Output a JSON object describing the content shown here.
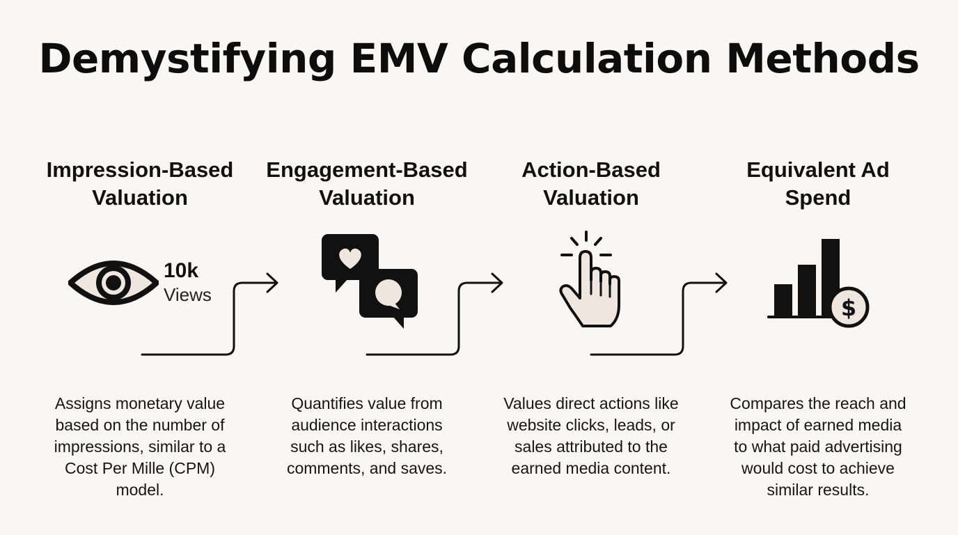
{
  "title": "Demystifying EMV Calculation Methods",
  "colors": {
    "ink": "#111111",
    "icon_fill": "#efe7df",
    "background": "#f8f7f5"
  },
  "methods": [
    {
      "heading": [
        "Impression-Based",
        "Valuation"
      ],
      "icon": "eye-icon",
      "badge": {
        "count": "10k",
        "label": "Views"
      },
      "description": [
        "Assigns monetary value",
        "based on the number of",
        "impressions, similar to a",
        "Cost Per Mille (CPM)",
        "model."
      ]
    },
    {
      "heading": [
        "Engagement-Based",
        "Valuation"
      ],
      "icon": "chat-bubbles-icon",
      "description": [
        "Quantifies value from",
        "audience interactions",
        "such as likes, shares,",
        "comments, and saves."
      ]
    },
    {
      "heading": [
        "Action-Based",
        "Valuation"
      ],
      "icon": "pointer-click-icon",
      "description": [
        "Values direct actions like",
        "website clicks, leads, or",
        "sales attributed to the",
        "earned media content."
      ]
    },
    {
      "heading": [
        "Equivalent Ad",
        "Spend"
      ],
      "icon": "bar-chart-dollar-icon",
      "description": [
        "Compares the reach and",
        "impact of earned media",
        "to what paid advertising",
        "would cost to achieve",
        "similar results."
      ]
    }
  ]
}
